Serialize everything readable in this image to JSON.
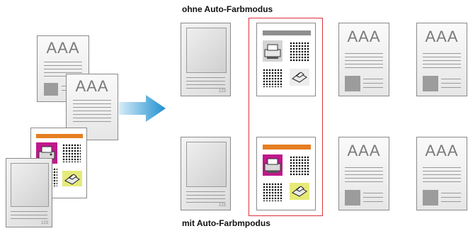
{
  "captions": {
    "top": "ohne Auto-Farbmodus",
    "bottom": "mit Auto-Farbmpodus"
  },
  "document": {
    "heading_text": "AAA",
    "page_number": "123"
  },
  "colors": {
    "accent_orange": "#e67e22",
    "magenta": "#c0188c",
    "yellow_green": "#e6ea78",
    "highlight_border": "#e0303a",
    "arrow_blue": "#2b9ad6"
  },
  "icons": {
    "printer": "printer-icon",
    "fax": "fax-icon",
    "arrow": "right-arrow-icon"
  }
}
